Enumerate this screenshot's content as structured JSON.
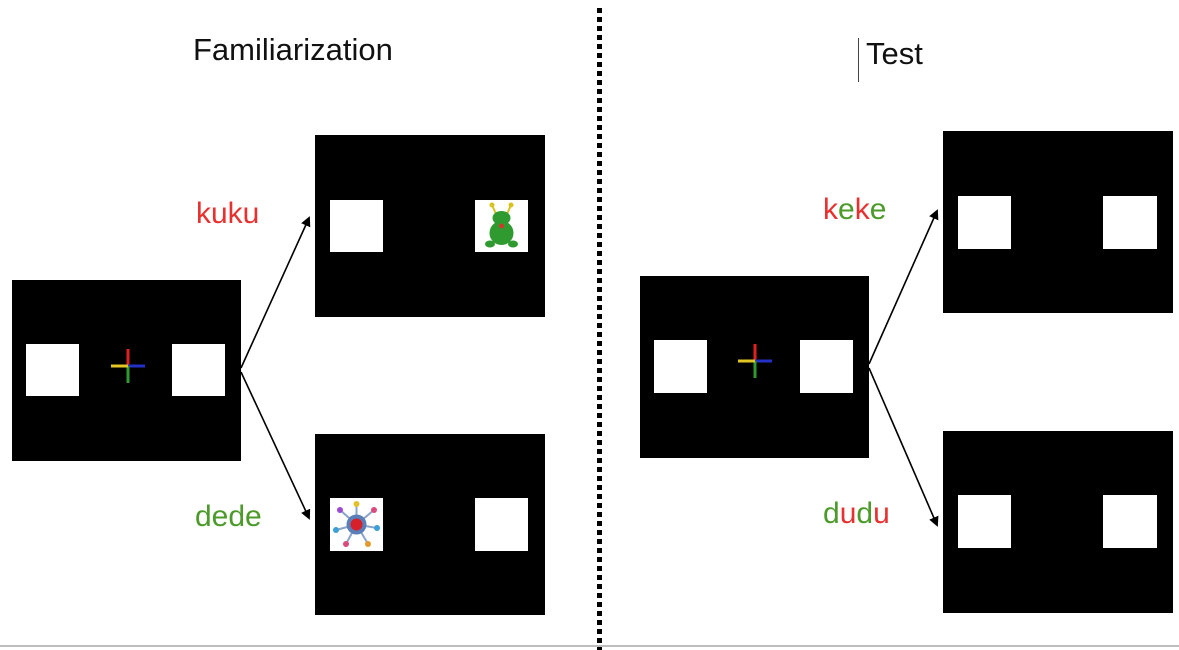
{
  "left_panel": {
    "title": "Familiarization",
    "top_word": "kuku",
    "bottom_word": "dede"
  },
  "right_panel": {
    "title": "Test",
    "top_word_parts": [
      "k",
      "e",
      "k",
      "e"
    ],
    "bottom_word_parts": [
      "d",
      "u",
      "d",
      "u"
    ]
  },
  "colors": {
    "red": "#e8312f",
    "green": "#4b9a2a",
    "screen": "#000000",
    "slot": "#ffffff"
  }
}
